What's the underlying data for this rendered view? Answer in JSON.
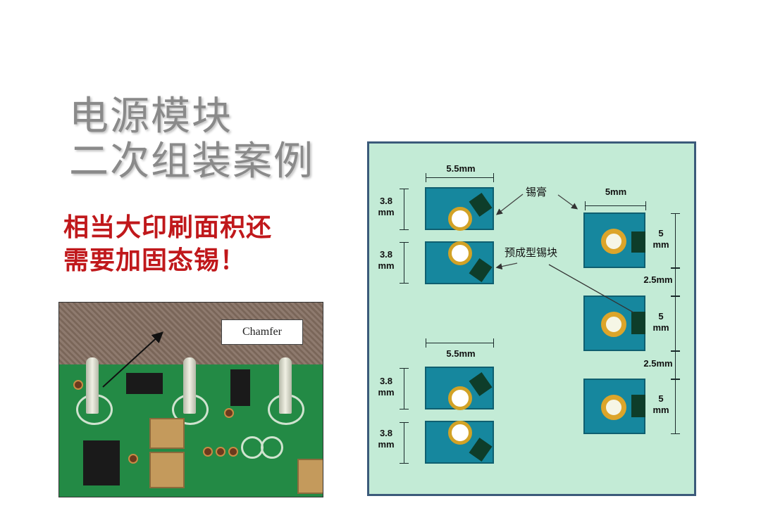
{
  "slide": {
    "title_line1": "电源模块",
    "title_line2": "二次组装案例",
    "subtitle_line1": "相当大印刷面积还",
    "subtitle_line2": "需要加固态锡！",
    "colors": {
      "title": "#8a8a8a",
      "subtitle": "#c0181b",
      "diagram_bg": "#c3ebd6",
      "diagram_border": "#3b5a7a",
      "pad": "#16879e",
      "ring": "#d2a226",
      "paste": "#0e3d2a"
    }
  },
  "photo": {
    "callout_label": "Chamfer"
  },
  "diagram": {
    "left_top_group": {
      "width_label": "5.5mm",
      "pad1_height": "3.8\nmm",
      "pad2_height": "3.8\nmm"
    },
    "left_bottom_group": {
      "width_label": "5.5mm",
      "pad1_height": "3.8\nmm",
      "pad2_height": "3.8\nmm"
    },
    "right_group": {
      "width_label": "5mm",
      "pad_heights": [
        "5\nmm",
        "5\nmm",
        "5\nmm"
      ],
      "gaps": [
        "2.5mm",
        "2.5mm"
      ]
    },
    "annotations": {
      "solder_paste": "锡膏",
      "preform_solder": "预成型锡块"
    }
  }
}
